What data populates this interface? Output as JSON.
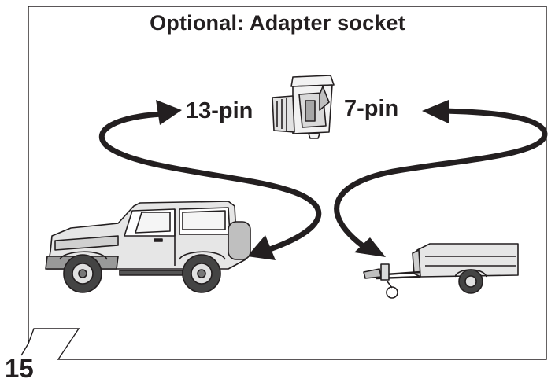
{
  "title": "Optional: Adapter socket",
  "labels": {
    "left_connector": "13-pin",
    "right_connector": "7-pin"
  },
  "page_number": "15",
  "icons": [
    "adapter-socket-icon",
    "jeep-vehicle-icon",
    "trailer-icon",
    "arrow-to-vehicle-icon",
    "arrow-to-trailer-icon"
  ],
  "colors": {
    "line": "#231f20",
    "background": "#ffffff",
    "vehicle_fill": "#e6e6e6"
  }
}
